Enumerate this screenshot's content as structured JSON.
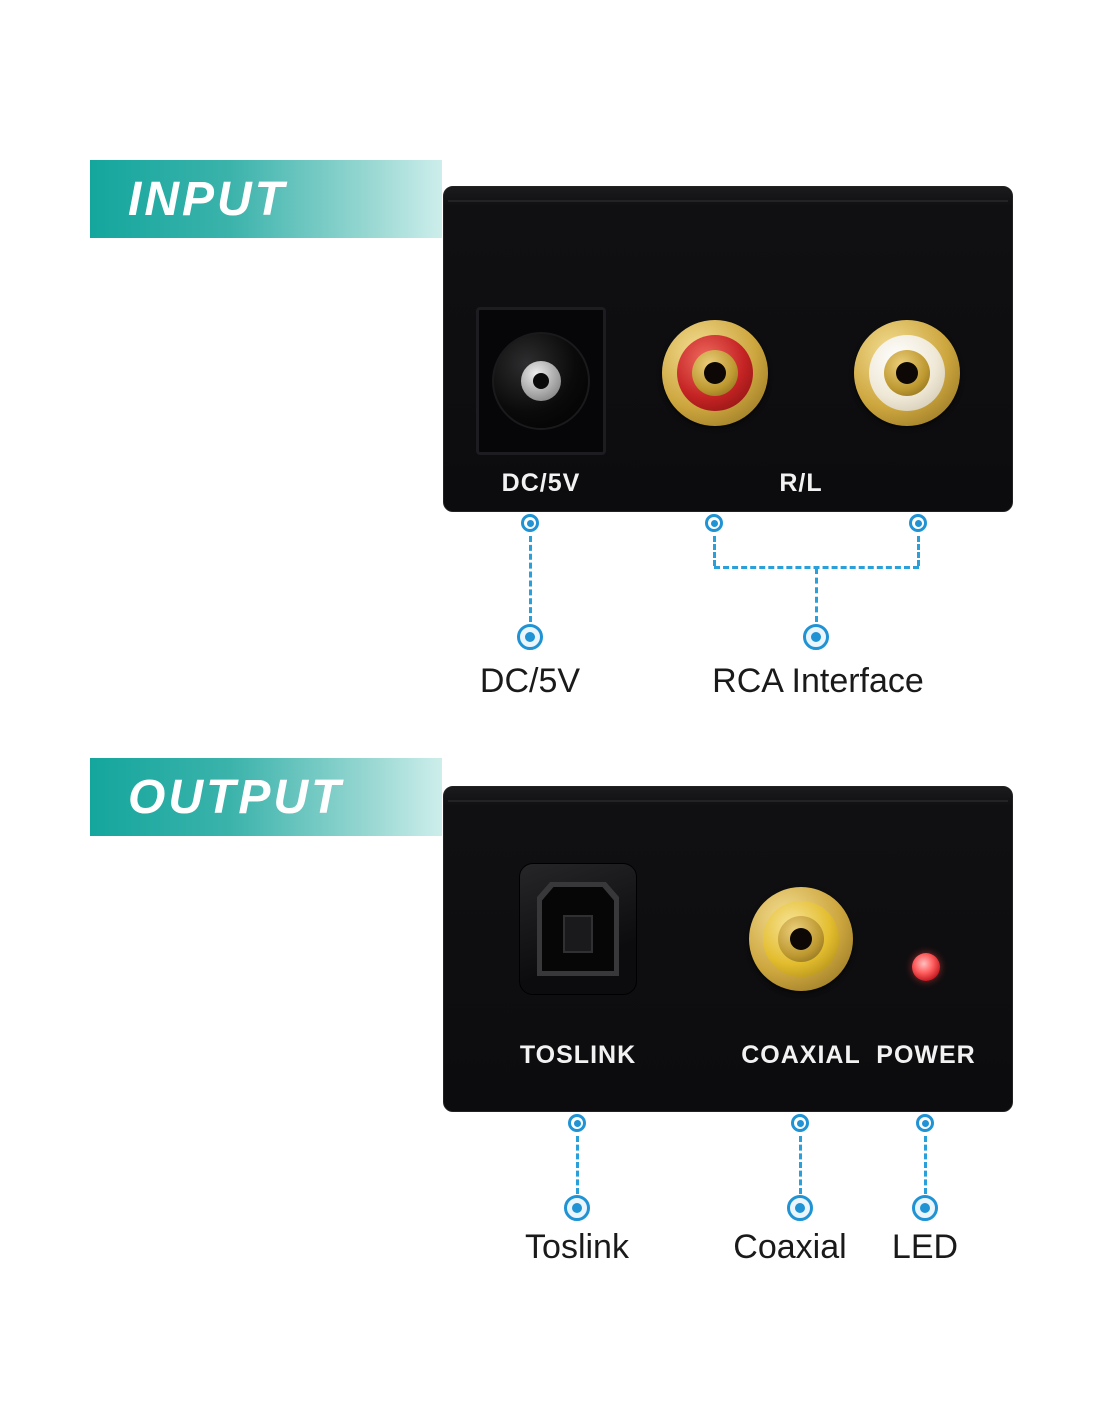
{
  "input_section": {
    "banner_label": "INPUT",
    "dc_port_label": "DC/5V",
    "rl_port_label": "R/L",
    "callout_dc": "DC/5V",
    "callout_rca": "RCA Interface"
  },
  "output_section": {
    "banner_label": "OUTPUT",
    "toslink_port_label": "TOSLINK",
    "coaxial_port_label": "COAXIAL",
    "power_port_label": "POWER",
    "callout_toslink": "Toslink",
    "callout_coaxial": "Coaxial",
    "callout_led": "LED"
  },
  "colors": {
    "banner_teal": "#14a69d",
    "callout_blue": "#1f93d4",
    "rca_red": "#c42323",
    "rca_white": "#efe8d6",
    "rca_yellow": "#e3bd2e",
    "led_red": "#c2181f",
    "panel_black": "#0c0c0e"
  }
}
